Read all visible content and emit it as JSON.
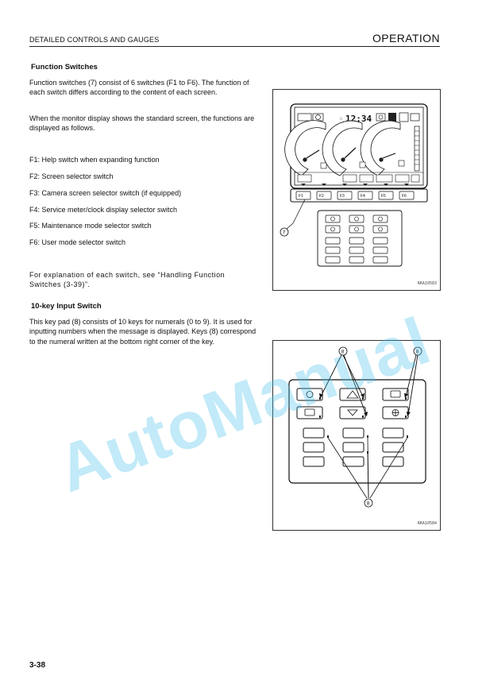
{
  "header": {
    "section": "DETAILED CONTROLS AND GAUGES",
    "chapter": "OPERATION"
  },
  "function_switches": {
    "heading": "Function Switches",
    "para1": "Function switches (7) consist of 6 switches (F1 to F6).  The function of each switch differs according to the content of each screen.",
    "para2": "When the monitor display shows the standard screen, the functions are displayed as follows.",
    "items": [
      "F1: Help switch when expanding function",
      "F2: Screen selector switch",
      "F3: Camera screen selector switch (if equipped)",
      "F4: Service meter/clock display selector switch",
      "F5: Maintenance mode selector switch",
      "F6: User mode selector switch"
    ],
    "para3": "For explanation of each switch, see “Handling Function Switches (3-39)”."
  },
  "tenkey": {
    "heading": "10-key Input Switch",
    "para1": "This key pad (8) consists of 10 keys for numerals (0 to 9).  It is used for inputting numbers when the message is displayed. Keys (8) correspond to the numeral written at the bottom right corner of the key."
  },
  "figure1": {
    "clock": "12:34",
    "fkeys": [
      "F1",
      "F2",
      "F3",
      "F4",
      "F5",
      "F6"
    ],
    "callout": "7",
    "code": "RKA10583"
  },
  "figure2": {
    "callout": "8",
    "code": "RKA10584"
  },
  "watermark": "AutoManual",
  "page_number": "3-38"
}
